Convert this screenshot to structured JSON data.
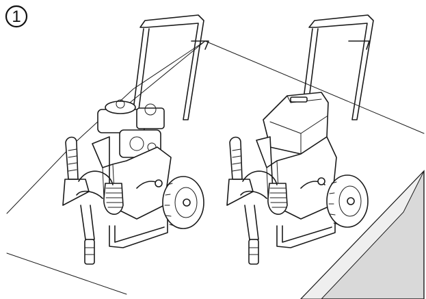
{
  "step": {
    "number": "1"
  },
  "scene": {
    "figures": [
      {
        "id": "sprayer-gas-engine-uncovered",
        "icon": "gas-engine-sprayer"
      },
      {
        "id": "sprayer-gas-engine-covered",
        "icon": "covered-engine-sprayer"
      }
    ],
    "surface": "sloped-floor",
    "colors": {
      "line": "#1a1a1a",
      "ramp_shade": "#d9d9d9",
      "background": "#ffffff"
    }
  }
}
